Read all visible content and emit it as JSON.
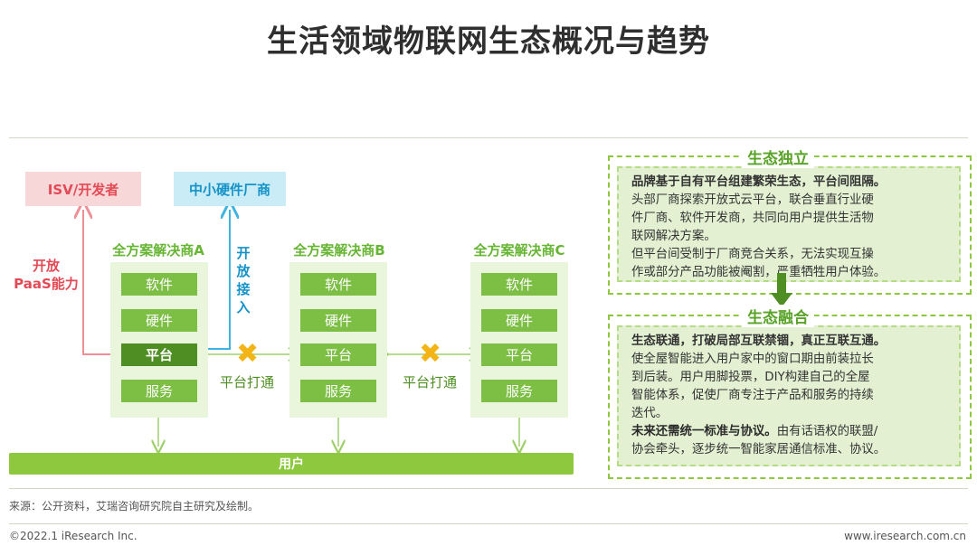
{
  "title": "生活领域物联网生态概况与趋势",
  "diagram": {
    "top_left_box": "ISV/开发者",
    "top_blue_box": "中小硬件厂商",
    "left_label_lines": [
      "开放",
      "PaaS能力"
    ],
    "blue_label_chars": [
      "开",
      "放",
      "接",
      "入"
    ],
    "vendors": [
      {
        "name": "全方案解决商A",
        "items": [
          "软件",
          "硬件",
          "平台",
          "服务"
        ]
      },
      {
        "name": "全方案解决商B",
        "items": [
          "软件",
          "硬件",
          "平台",
          "服务"
        ]
      },
      {
        "name": "全方案解决商C",
        "items": [
          "软件",
          "硬件",
          "平台",
          "服务"
        ]
      }
    ],
    "connector_label": "平台打通",
    "user_bar": "用户",
    "colors": {
      "green": "#7dbe45",
      "dark_green": "#4e8e22",
      "red": "#e34a55",
      "blue": "#1592c7",
      "yellow": "#f3b415"
    }
  },
  "panel_independent": {
    "title": "生态独立",
    "bold": "品牌基于自有平台组建繁荣生态，平台间阻隔。",
    "lines": [
      "头部厂商探索开放式云平台，联合垂直行业硬",
      "件厂商、软件开发商，共同向用户提供生活物",
      "联网解决方案。",
      "但平台间受制于厂商竞合关系，无法实现互操",
      "作或部分产品功能被阉割，严重牺牲用户体验。"
    ]
  },
  "panel_fusion": {
    "title": "生态融合",
    "bold1": "生态联通，打破局部互联禁锢，真正互联互通。",
    "lines1": [
      "使全屋智能进入用户家中的窗口期由前装拉长",
      "到后装。用户用脚投票，DIY构建自己的全屋",
      "智能体系，促使厂商专注于产品和服务的持续",
      "迭代。"
    ],
    "bold2": "未来还需统一标准与协议。",
    "text2a": "由有话语权的联盟/",
    "text2b": "协会牵头，逐步统一智能家居通信标准、协议。"
  },
  "footer": {
    "source": "来源：公开资料，艾瑞咨询研究院自主研究及绘制。",
    "copyright": "©2022.1 iResearch Inc.",
    "website": "www.iresearch.com.cn"
  }
}
